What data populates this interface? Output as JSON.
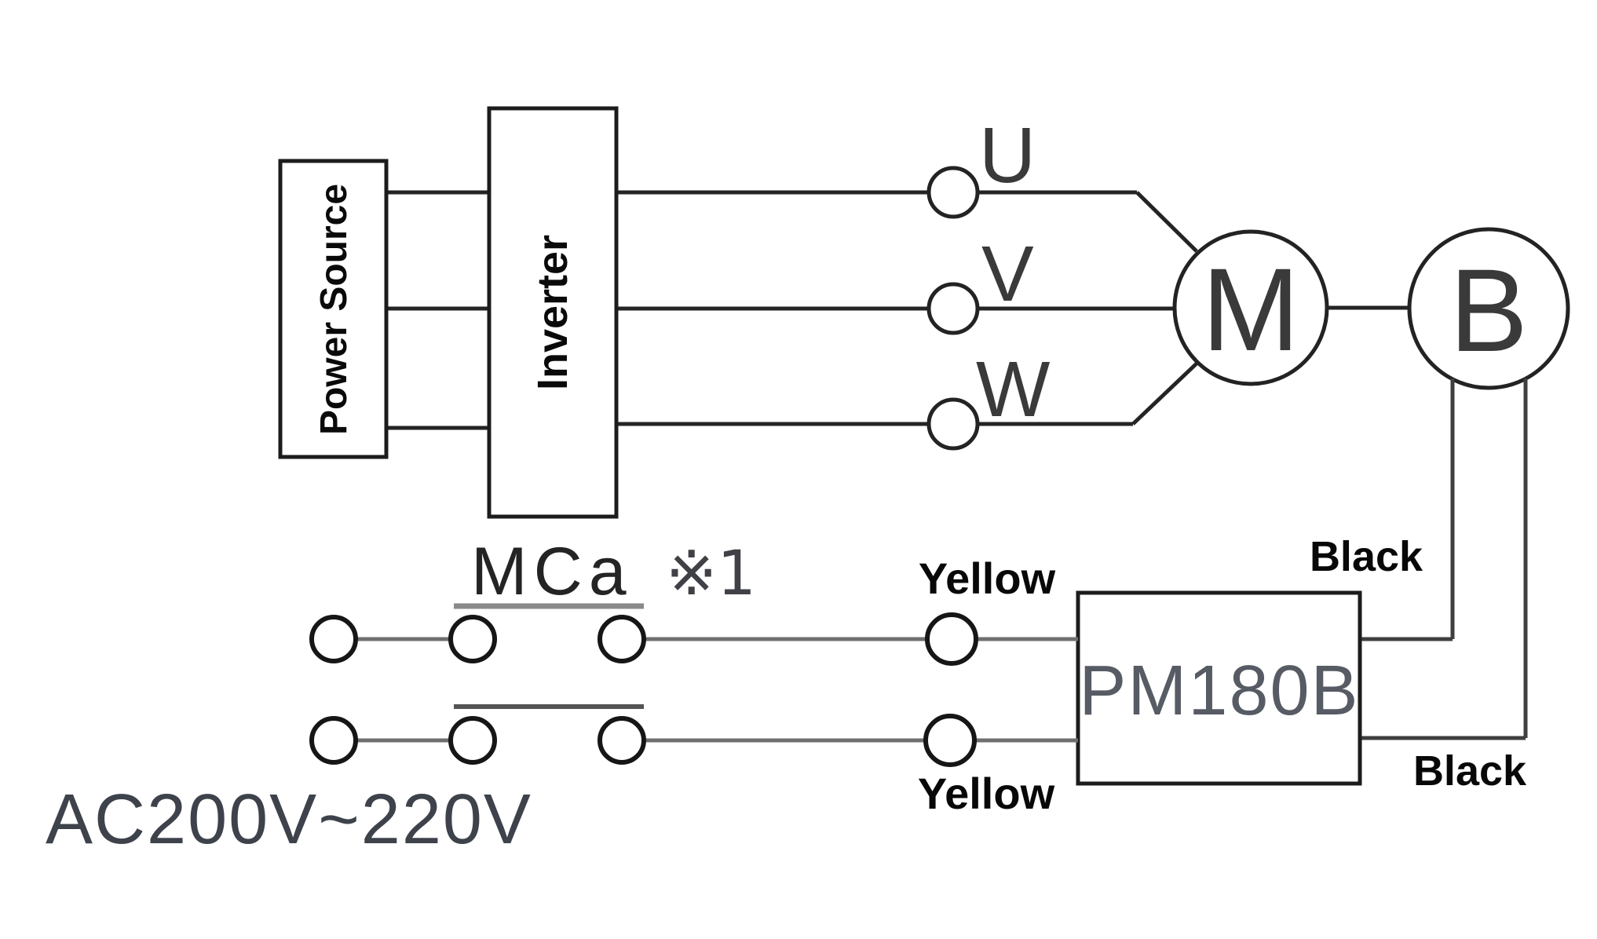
{
  "blocks": {
    "power_source": "Power Source",
    "inverter": "Inverter",
    "pm180b": "PM180B",
    "motor": "M",
    "brake": "B"
  },
  "terminals": {
    "u": "U",
    "v": "V",
    "w": "W"
  },
  "contactor": {
    "label": "MCa",
    "ref_note": "※1"
  },
  "wire_labels": {
    "yellow_top": "Yellow",
    "yellow_bottom": "Yellow",
    "black_top": "Black",
    "black_bottom": "Black"
  },
  "power_supply": "AC200V~220V",
  "colors": {
    "wire_dark": "#242424",
    "wire_gray": "#6f6f6f",
    "label_black": "#080808",
    "pm180b_text": "#565b64",
    "ac_text": "#3d424b"
  }
}
